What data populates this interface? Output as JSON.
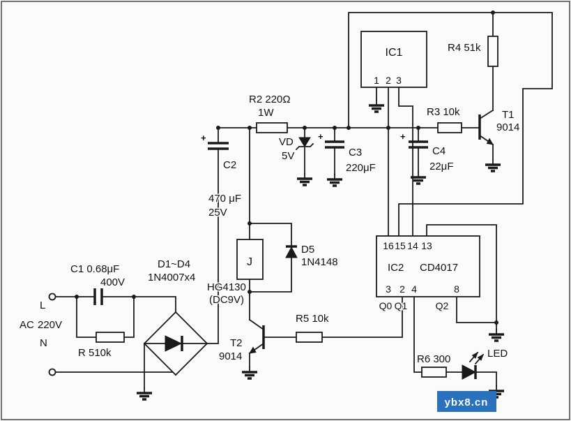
{
  "schematic": {
    "power_input": {
      "line": "L",
      "label": "AC",
      "voltage": "220V",
      "neutral": "N"
    },
    "c1": {
      "label": "C1 0.68μF",
      "voltage": "400V"
    },
    "r_input": {
      "label": "R  510k"
    },
    "bridge": {
      "label": "D1~D4",
      "part": "1N4007x4"
    },
    "c2": {
      "plus": "+",
      "label": "C2",
      "value": "470 μF",
      "voltage": "25V"
    },
    "r2": {
      "label": "R2  220Ω",
      "power": "1W"
    },
    "vd": {
      "label": "VD",
      "value": "5V"
    },
    "c3": {
      "plus": "+",
      "label": "C3",
      "value": "220μF"
    },
    "c4": {
      "plus": "+",
      "label": "C4",
      "value": "22μF"
    },
    "ic1": {
      "label": "IC1",
      "pins": [
        "1",
        "2",
        "3"
      ]
    },
    "r3": {
      "label": "R3  10k"
    },
    "r4": {
      "label": "R4  51k"
    },
    "t1": {
      "label": "T1",
      "part": "9014"
    },
    "relay": {
      "label": "J",
      "part": "HG4130",
      "voltage": "(DC9V)"
    },
    "d5": {
      "label": "D5",
      "part": "1N4148"
    },
    "ic2": {
      "label": "IC2",
      "part": "CD4017",
      "top_pins": [
        "16",
        "15",
        "14",
        "13"
      ],
      "bottom_pins": [
        "3",
        "2",
        "4",
        "8"
      ],
      "outputs": [
        "Q0",
        "Q1",
        "Q2"
      ]
    },
    "r5": {
      "label": "R5  10k"
    },
    "t2": {
      "label": "T2",
      "part": "9014"
    },
    "r6": {
      "label": "R6  300"
    },
    "led": {
      "label": "LED"
    }
  },
  "watermark": {
    "text": "ybx8.cn",
    "bg_color": "#2a72bd",
    "text_color": "#ffffff"
  },
  "colors": {
    "wire": "#1a1a1a",
    "background": "#fbfbf9",
    "text": "#111111"
  }
}
